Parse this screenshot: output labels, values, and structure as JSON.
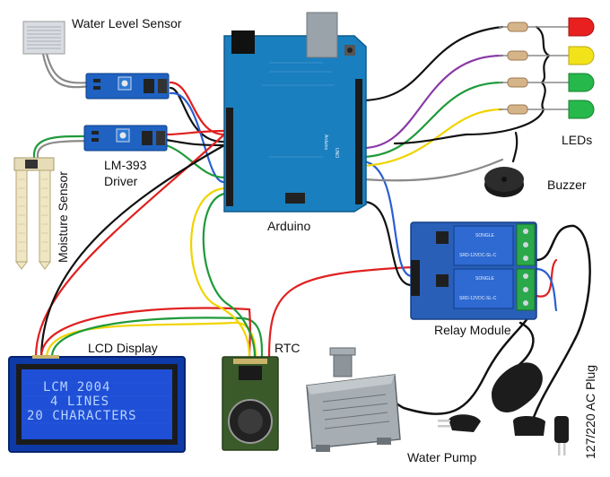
{
  "labels": {
    "water_level_sensor": "Water Level Sensor",
    "lm393_line1": "LM-393",
    "lm393_line2": "Driver",
    "moisture_sensor": "Moisture Sensor",
    "arduino": "Arduino",
    "leds": "LEDs",
    "buzzer": "Buzzer",
    "relay_module": "Relay Module",
    "ac_plug": "127/220 AC Plug",
    "lcd_display": "LCD Display",
    "rtc": "RTC",
    "water_pump": "Water Pump"
  },
  "lcd": {
    "line1": "LCM 2004",
    "line2": "4 LINES",
    "line3": "20 CHARACTERS"
  },
  "arduino_board": {
    "brand": "Arduino",
    "model": "UNO"
  },
  "colors": {
    "arduino_board": "#1a7fbf",
    "lcd_screen": "#1f4fd6",
    "lcd_frame": "#0d3aa6",
    "relay_board": "#2a5fb8",
    "relay_block": "#2e6ad1",
    "sensor_board": "#1f62c2",
    "rtc_board": "#3a5a2a",
    "led_red": "#e82020",
    "led_yellow": "#f2e21a",
    "led_green": "#26b84a",
    "wire_red": "#e02020",
    "wire_black": "#111111",
    "wire_yellow": "#f0d400",
    "wire_green": "#1f9a3a",
    "wire_blue": "#2a5fd1",
    "wire_purple": "#8a3aa8",
    "wire_gray": "#8a8a8a"
  }
}
